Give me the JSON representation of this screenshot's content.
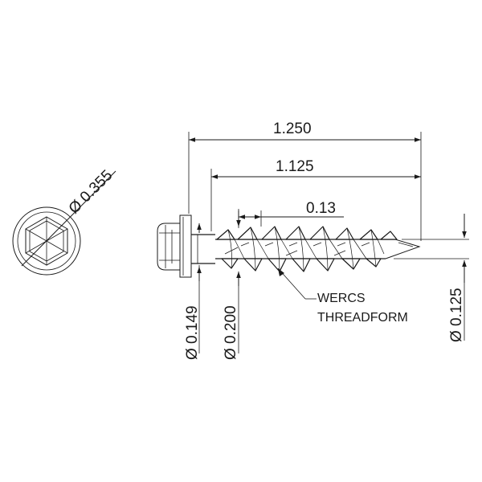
{
  "dimensions": {
    "overall_length": "1.250",
    "thread_length": "1.125",
    "thread_pitch": "0.13",
    "head_diameter": "Ø 0.355",
    "shank_diameter": "Ø 0.149",
    "major_diameter": "Ø 0.200",
    "minor_diameter": "Ø 0.125"
  },
  "callout": {
    "line1": "WERCS",
    "line2": "THREADFORM"
  }
}
